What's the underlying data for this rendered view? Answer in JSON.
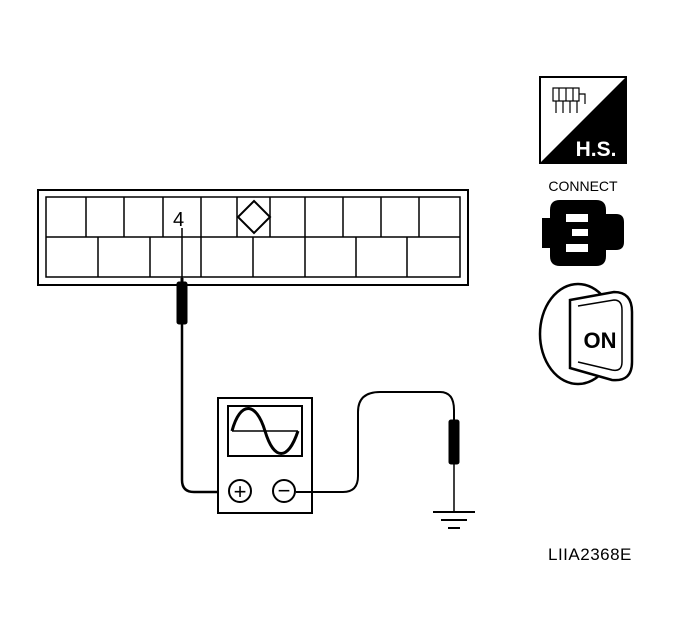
{
  "connector": {
    "pin_label": "4"
  },
  "multimeter": {
    "plus_symbol": "+",
    "minus_symbol": "−"
  },
  "icons": {
    "harness_side_text": "H.S.",
    "connect_text": "CONNECT",
    "ignition_text": "ON"
  },
  "figure_code": "LIIA2368E",
  "colors": {
    "line": "#000000",
    "background": "#ffffff",
    "icon_fill": "#000000"
  }
}
